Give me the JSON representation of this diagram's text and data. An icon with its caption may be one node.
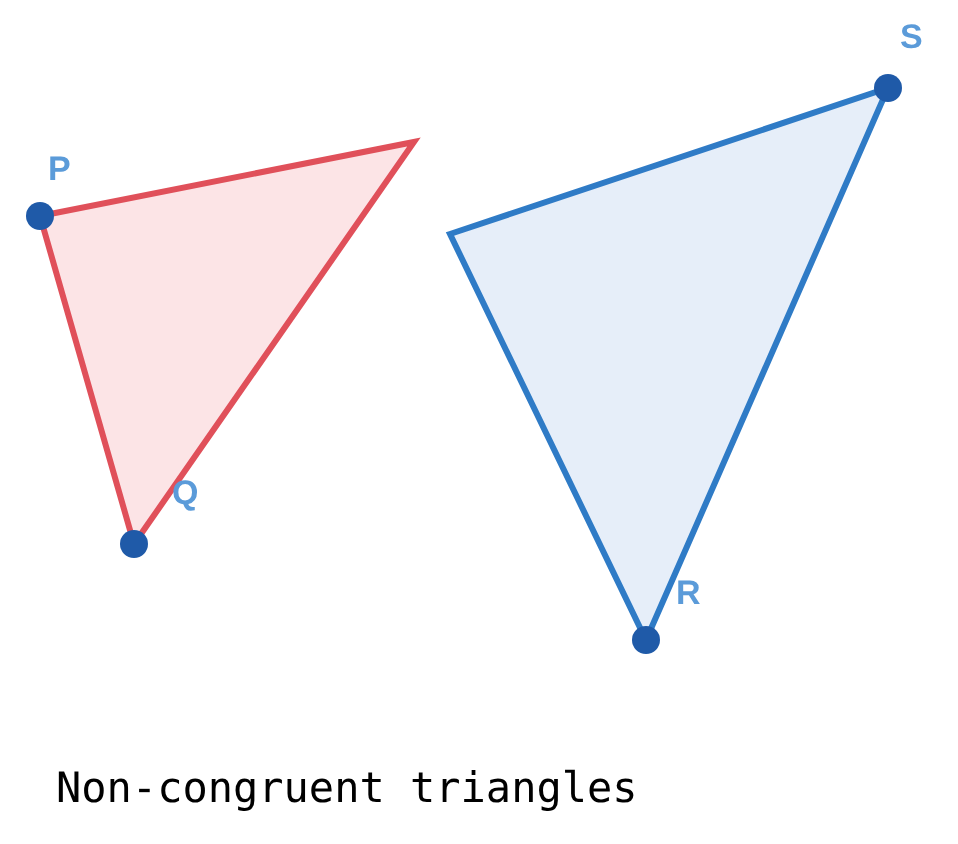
{
  "diagram": {
    "caption": "Non-congruent triangles",
    "labels": [
      "P",
      "Q",
      "S",
      "R"
    ]
  }
}
